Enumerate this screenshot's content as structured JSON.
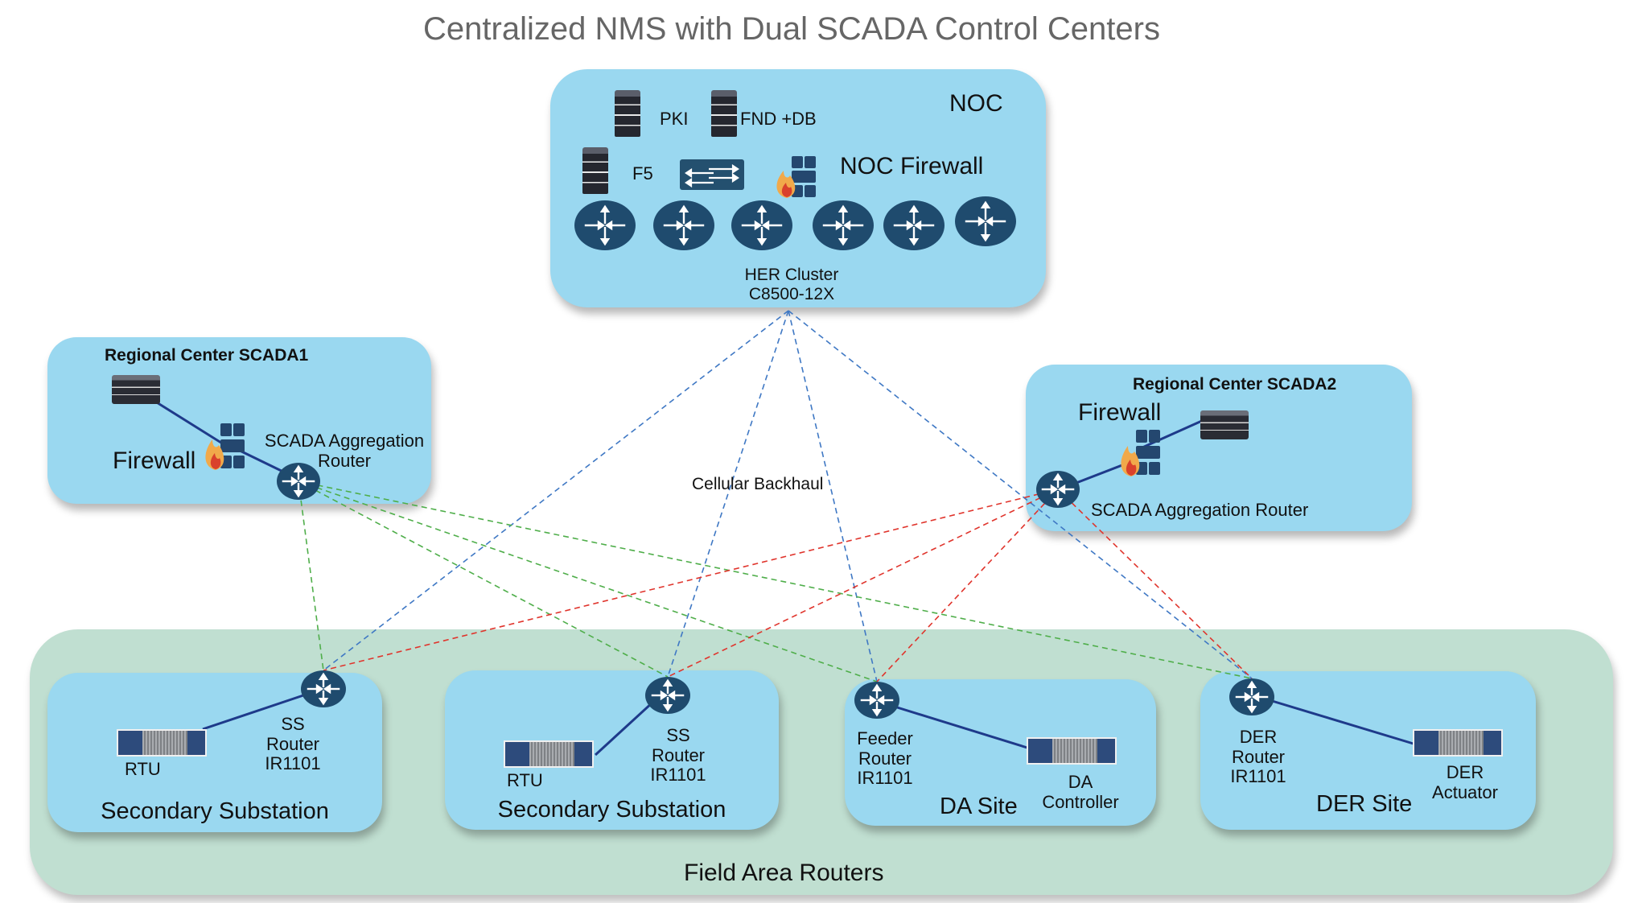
{
  "title": "Centralized NMS with Dual SCADA Control Centers",
  "noc": {
    "label": "NOC",
    "servers": [
      {
        "label": "PKI",
        "icon": "server-icon"
      },
      {
        "label": "FND +DB",
        "icon": "server-icon"
      },
      {
        "label": "F5",
        "icon": "server-icon"
      }
    ],
    "switch_icon": "switch-icon",
    "firewall_label": "NOC Firewall",
    "her_cluster": {
      "label_line1": "HER Cluster",
      "label_line2": "C8500-12X",
      "router_count": 6
    }
  },
  "scada1": {
    "title": "Regional  Center SCADA1",
    "firewall_label": "Firewall",
    "router_label_line1": "SCADA Aggregation",
    "router_label_line2": "Router"
  },
  "scada2": {
    "title": "Regional  Center SCADA2",
    "firewall_label": "Firewall",
    "router_label": "SCADA Aggregation Router"
  },
  "backhaul_label": "Cellular Backhaul",
  "field_area": {
    "label": "Field Area Routers",
    "sites": [
      {
        "site_label": "Secondary Substation",
        "router_lines": [
          "SS",
          "Router",
          "IR1101"
        ],
        "device_lines": [
          "RTU"
        ]
      },
      {
        "site_label": "Secondary Substation",
        "router_lines": [
          "SS",
          "Router",
          "IR1101"
        ],
        "device_lines": [
          "RTU"
        ]
      },
      {
        "site_label": "DA Site",
        "router_lines": [
          "Feeder",
          "Router",
          "IR1101"
        ],
        "device_lines": [
          "DA",
          "Controller"
        ]
      },
      {
        "site_label": "DER Site",
        "router_lines": [
          "DER",
          "Router",
          "IR1101"
        ],
        "device_lines": [
          "DER",
          "Actuator"
        ]
      }
    ]
  },
  "link_colors": {
    "cellular_backhaul": "#3f78c4",
    "scada1_links": "#4fae4a",
    "scada2_links": "#e0342c",
    "local_links": "#1e3a8a"
  },
  "connections": [
    {
      "from": "her-cluster",
      "to": "ss-router-1",
      "type": "cellular_backhaul"
    },
    {
      "from": "her-cluster",
      "to": "ss-router-2",
      "type": "cellular_backhaul"
    },
    {
      "from": "her-cluster",
      "to": "feeder-router",
      "type": "cellular_backhaul"
    },
    {
      "from": "her-cluster",
      "to": "der-router",
      "type": "cellular_backhaul"
    },
    {
      "from": "scada1-router",
      "to": "ss-router-1",
      "type": "scada1_links"
    },
    {
      "from": "scada1-router",
      "to": "ss-router-2",
      "type": "scada1_links"
    },
    {
      "from": "scada1-router",
      "to": "feeder-router",
      "type": "scada1_links"
    },
    {
      "from": "scada1-router",
      "to": "der-router",
      "type": "scada1_links"
    },
    {
      "from": "scada2-router",
      "to": "ss-router-1",
      "type": "scada2_links"
    },
    {
      "from": "scada2-router",
      "to": "ss-router-2",
      "type": "scada2_links"
    },
    {
      "from": "scada2-router",
      "to": "feeder-router",
      "type": "scada2_links"
    },
    {
      "from": "scada2-router",
      "to": "der-router",
      "type": "scada2_links"
    }
  ]
}
